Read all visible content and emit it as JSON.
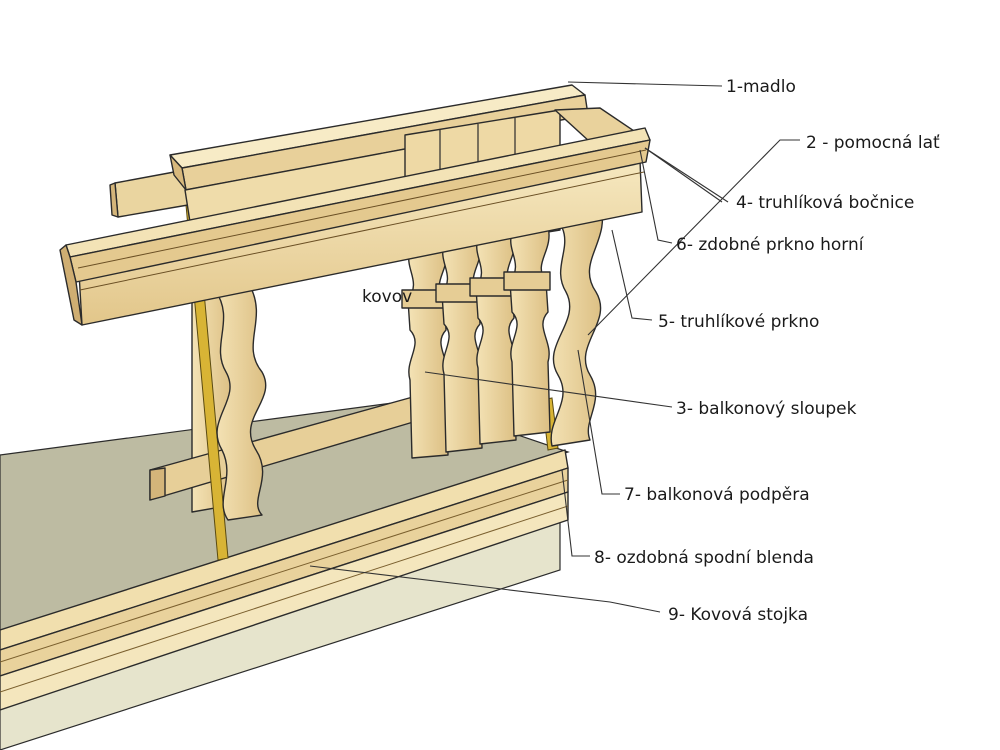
{
  "colors": {
    "wood_light": "#f3e2b5",
    "wood_mid": "#e3c98e",
    "wood_dark": "#c8a66a",
    "floor_top": "#bdbba2",
    "floor_front": "#e6e4cc",
    "metal_post": "#d8b435"
  },
  "labels": [
    {
      "id": "madlo",
      "text": "1-madlo"
    },
    {
      "id": "pomocna-lat",
      "text": "2 - pomocná lať"
    },
    {
      "id": "truhlikova-bocnice",
      "text": "4- truhlíková bočnice"
    },
    {
      "id": "zdobne-prkno-horni",
      "text": "6- zdobné prkno horní"
    },
    {
      "id": "truhlikove-prkno",
      "text": "5- truhlíkové prkno"
    },
    {
      "id": "balkonovy-sloupek",
      "text": "3- balkonový sloupek"
    },
    {
      "id": "balkonova-podpera",
      "text": "7- balkonová podpěra"
    },
    {
      "id": "ozdobna-spodni-blenda",
      "text": "8- ozdobná spodní blenda"
    },
    {
      "id": "kovova-stojka",
      "text": "9- Kovová stojka"
    },
    {
      "id": "kovov-fragment",
      "text": "kovov"
    }
  ]
}
